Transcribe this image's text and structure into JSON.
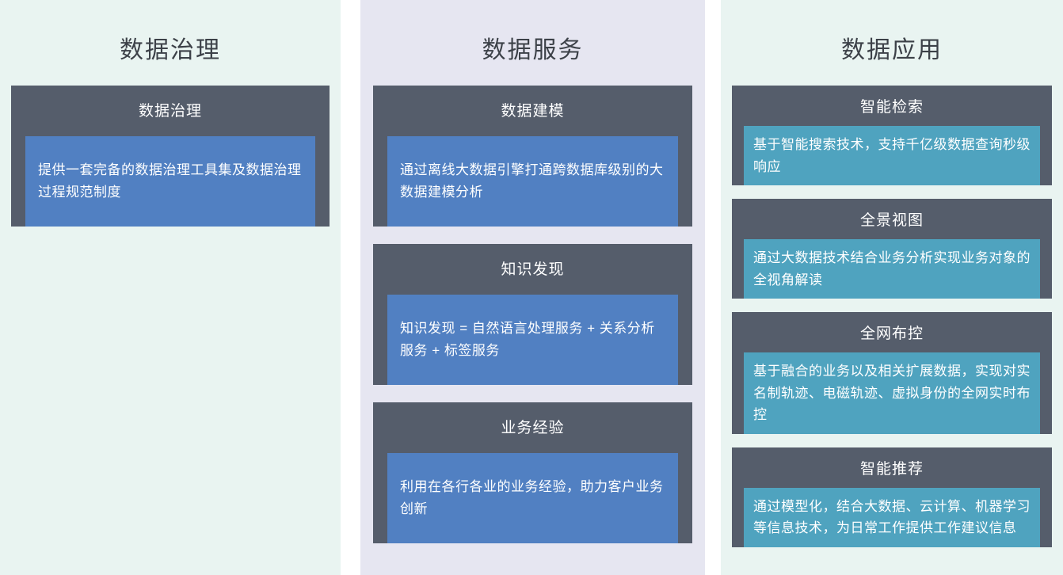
{
  "colors": {
    "column_bg_teal": "#e9f4f1",
    "column_bg_lavender": "#e6e6f1",
    "card_bg": "#555d6b",
    "inner_box_blue": "#5180c2",
    "inner_box_teal": "#4fa3bf",
    "title_text": "#3c4148",
    "card_text": "#ffffff"
  },
  "columns": [
    {
      "title": "数据治理",
      "cards": [
        {
          "header": "数据治理",
          "body": "提供一套完备的数据治理工具集及数据治理过程规范制度"
        }
      ]
    },
    {
      "title": "数据服务",
      "cards": [
        {
          "header": "数据建模",
          "body": "通过离线大数据引擎打通跨数据库级别的大数据建模分析"
        },
        {
          "header": "知识发现",
          "body": "知识发现 = 自然语言处理服务 + 关系分析服务 + 标签服务"
        },
        {
          "header": "业务经验",
          "body": "利用在各行各业的业务经验，助力客户业务创新"
        }
      ]
    },
    {
      "title": "数据应用",
      "cards": [
        {
          "header": "智能检索",
          "body": "基于智能搜索技术，支持千亿级数据查询秒级响应"
        },
        {
          "header": "全景视图",
          "body": "通过大数据技术结合业务分析实现业务对象的全视角解读"
        },
        {
          "header": "全网布控",
          "body": "基于融合的业务以及相关扩展数据，实现对实名制轨迹、电磁轨迹、虚拟身份的全网实时布控"
        },
        {
          "header": "智能推荐",
          "body": "通过模型化，结合大数据、云计算、机器学习等信息技术，为日常工作提供工作建议信息"
        }
      ]
    }
  ]
}
